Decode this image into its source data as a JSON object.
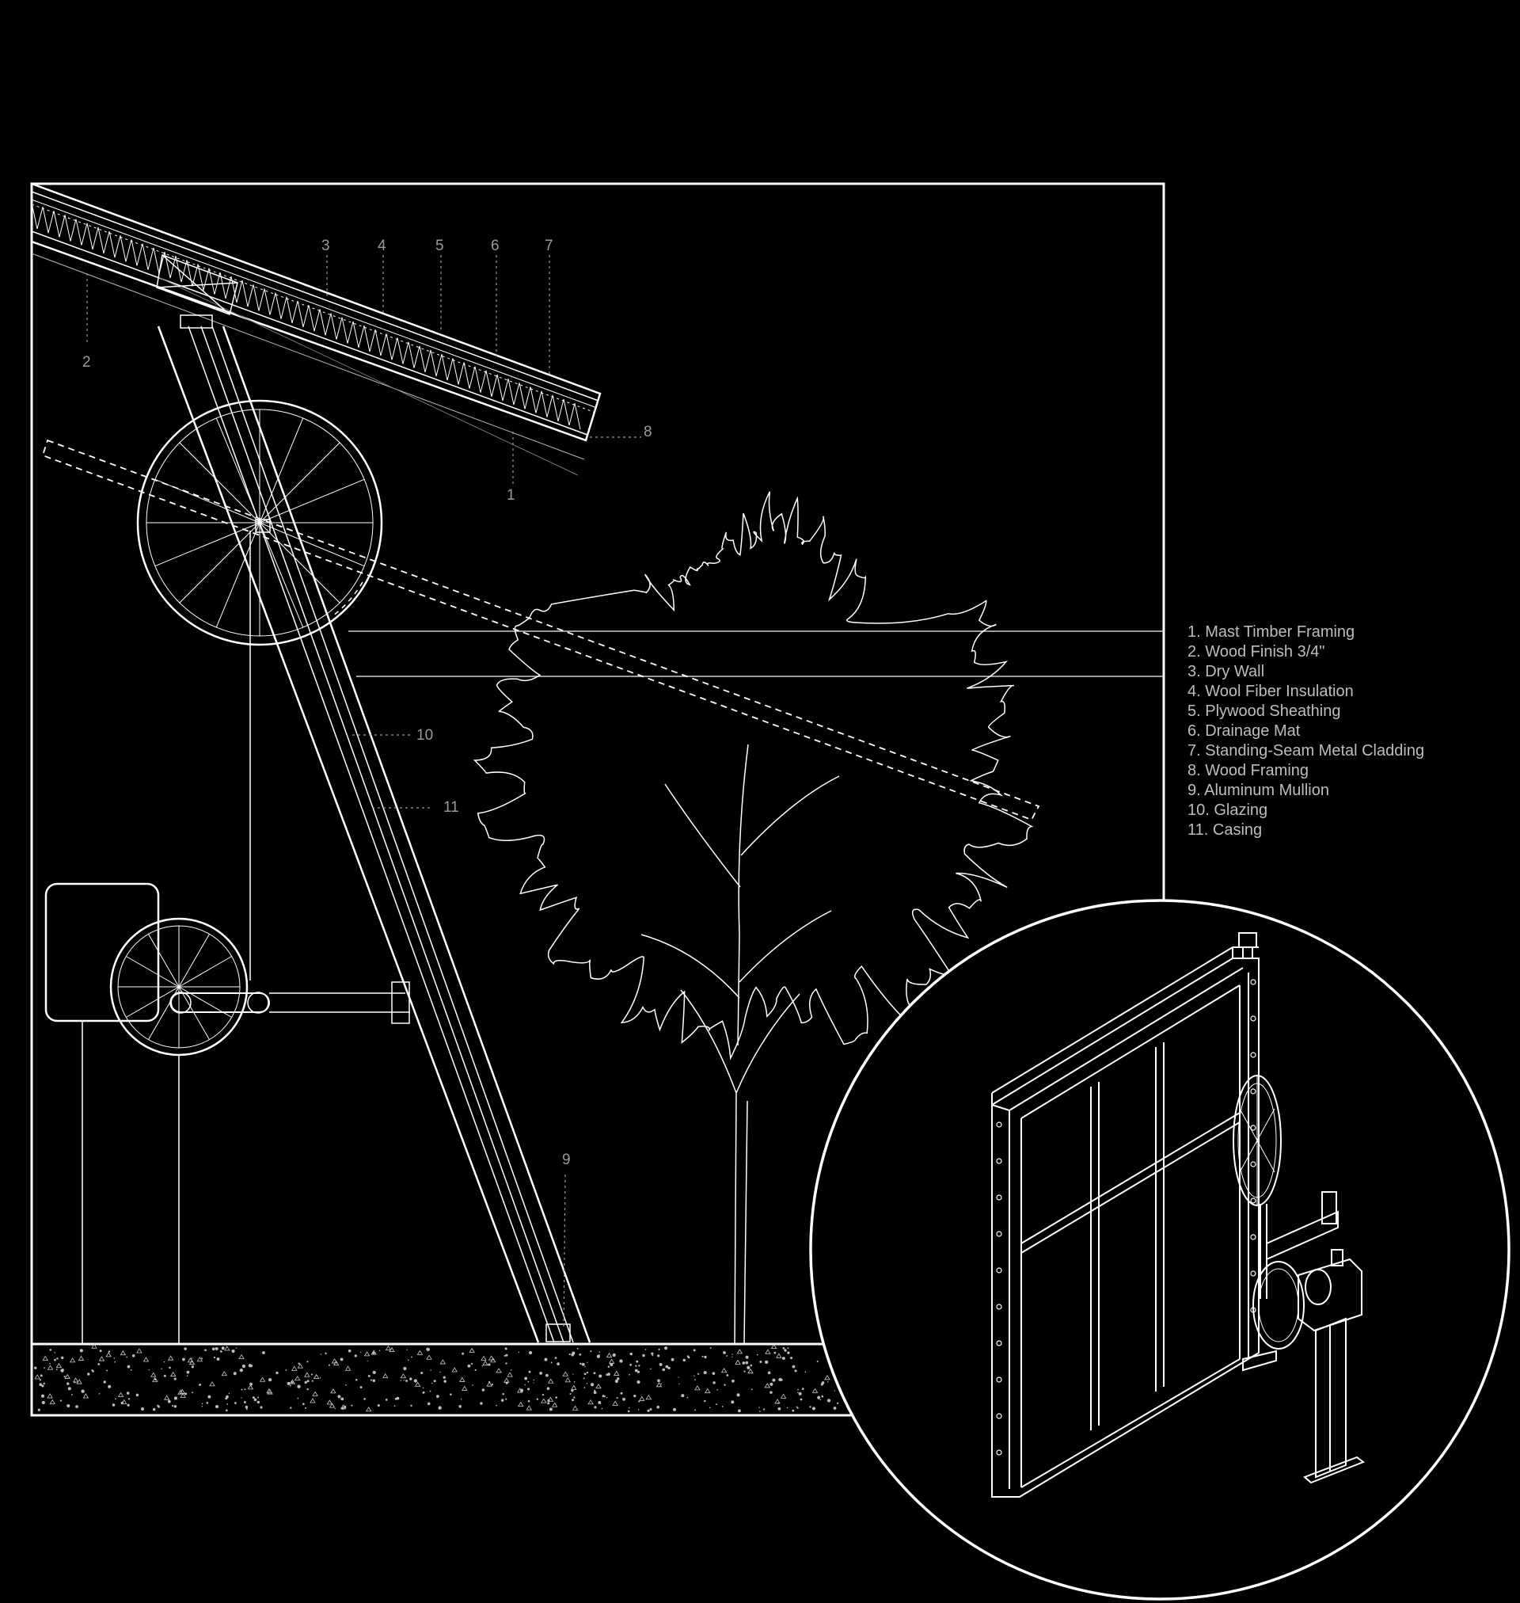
{
  "callouts": {
    "c1": "1",
    "c2": "2",
    "c3": "3",
    "c4": "4",
    "c5": "5",
    "c6": "6",
    "c7": "7",
    "c8": "8",
    "c9": "9",
    "c10": "10",
    "c11": "11"
  },
  "legend": {
    "items": [
      "1. Mast Timber Framing",
      "2. Wood Finish 3/4\"",
      "3. Dry Wall",
      "4. Wool Fiber Insulation",
      "5. Plywood Sheathing",
      "6. Drainage Mat",
      "7. Standing-Seam Metal Cladding",
      "8. Wood Framing",
      "9. Aluminum Mullion",
      "10. Glazing",
      "11. Casing"
    ]
  },
  "colors": {
    "background": "#000000",
    "linework": "#ffffff",
    "callout_text": "#9a9a9a",
    "legend_text": "#bdbdbd"
  }
}
